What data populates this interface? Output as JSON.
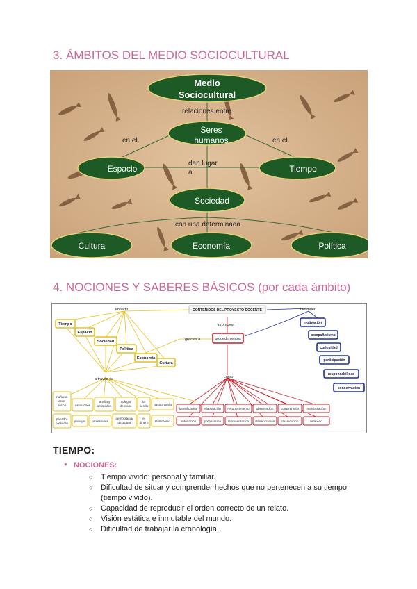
{
  "sections": {
    "s3_title": "3. ÁMBITOS DEL MEDIO SOCIOCULTURAL",
    "s4_title": "4. NOCIONES Y SABERES BÁSICOS (por cada ámbito)"
  },
  "map1": {
    "medio_line1": "Medio",
    "medio_line2": "Sociocultural",
    "relaciones": "relaciones entre",
    "seres_line1": "Seres",
    "seres_line2": "humanos",
    "en_el_left": "en el",
    "en_el_right": "en el",
    "espacio": "Espacio",
    "tiempo": "Tiempo",
    "dan_line1": "dan lugar",
    "dan_line2": "a",
    "sociedad": "Sociedad",
    "con_una": "con una determinada",
    "cultura": "Cultura",
    "economia": "Economía",
    "politica": "Política"
  },
  "map2": {
    "impartir": "impartir",
    "contenidos": "CONTENIDOS DEL PROYECTO DOCENTE",
    "promover": "promover",
    "defender": "defender",
    "gracias": "gracias a",
    "procedimientos": "procedimientos",
    "a_traves": "a través de",
    "tiempo_box": "Tiempo",
    "espacio_box": "Espacio",
    "sociedad_box": "Sociedad",
    "politica_box": "Política",
    "economia_box": "Economía",
    "cultura_box": "Cultura",
    "motivacion": "motivación",
    "companerismo": "compañerismo",
    "curiosidad": "curiosidad",
    "participacion": "participación",
    "responsabilidad": "responsabilidad",
    "conservacion": "conservación",
    "como": "como",
    "y1_l1": "mañana-",
    "y1_l2": "tarde-",
    "y1_l3": "noche",
    "estaciones": "estaciones",
    "fam_l1": "familia y",
    "fam_l2": "amistades",
    "colegio_l1": "colegio",
    "colegio_l2": "de clase",
    "tienda_l1": "la",
    "tienda_l2": "tienda",
    "gastronomia": "gastronomía",
    "pasado_l1": "pasado-",
    "pasado_l2": "presente",
    "paisajes": "paisajes",
    "profesiones": "profesiones",
    "democracia_l1": "democracia/",
    "democracia_l2": "dictadura",
    "dinero_l1": "el",
    "dinero_l2": "dinero",
    "patrimonio": "Patrimonio",
    "identificacion": "identificación",
    "elaboracion": "elaboración",
    "reconocimiento": "reconocimiento",
    "observacion": "observación",
    "comprension": "comprensión",
    "manipulacion": "manipulación",
    "ordenacion": "ordenación",
    "preparacion": "preparación",
    "representacion": "representación",
    "diferenciacion": "diferenciación",
    "clasificacion": "clasificación",
    "reflexion": "reflexión"
  },
  "tiempo": {
    "title": "TIEMPO:",
    "nociones_label": "NOCIONES:",
    "items": [
      "Tiempo vivido: personal y familiar.",
      "Dificultad de situar y comprender hechos que no pertenecen a su tiempo (tiempo vivido).",
      "Capacidad de reproducir el orden correcto de un relato.",
      "Visión estática e inmutable del mundo.",
      "Dificultad de trabajar la cronología."
    ]
  },
  "colors": {
    "heading": "#c96a9a",
    "ellipse_fill": "#1d5a26",
    "ellipse_stroke": "#e7d37a",
    "parchment": "#d7b48f",
    "fish": "#7a5536",
    "yellow_box": "#e8c21a",
    "red_box": "#c81e2a",
    "blue_box": "#1c2fa8"
  }
}
